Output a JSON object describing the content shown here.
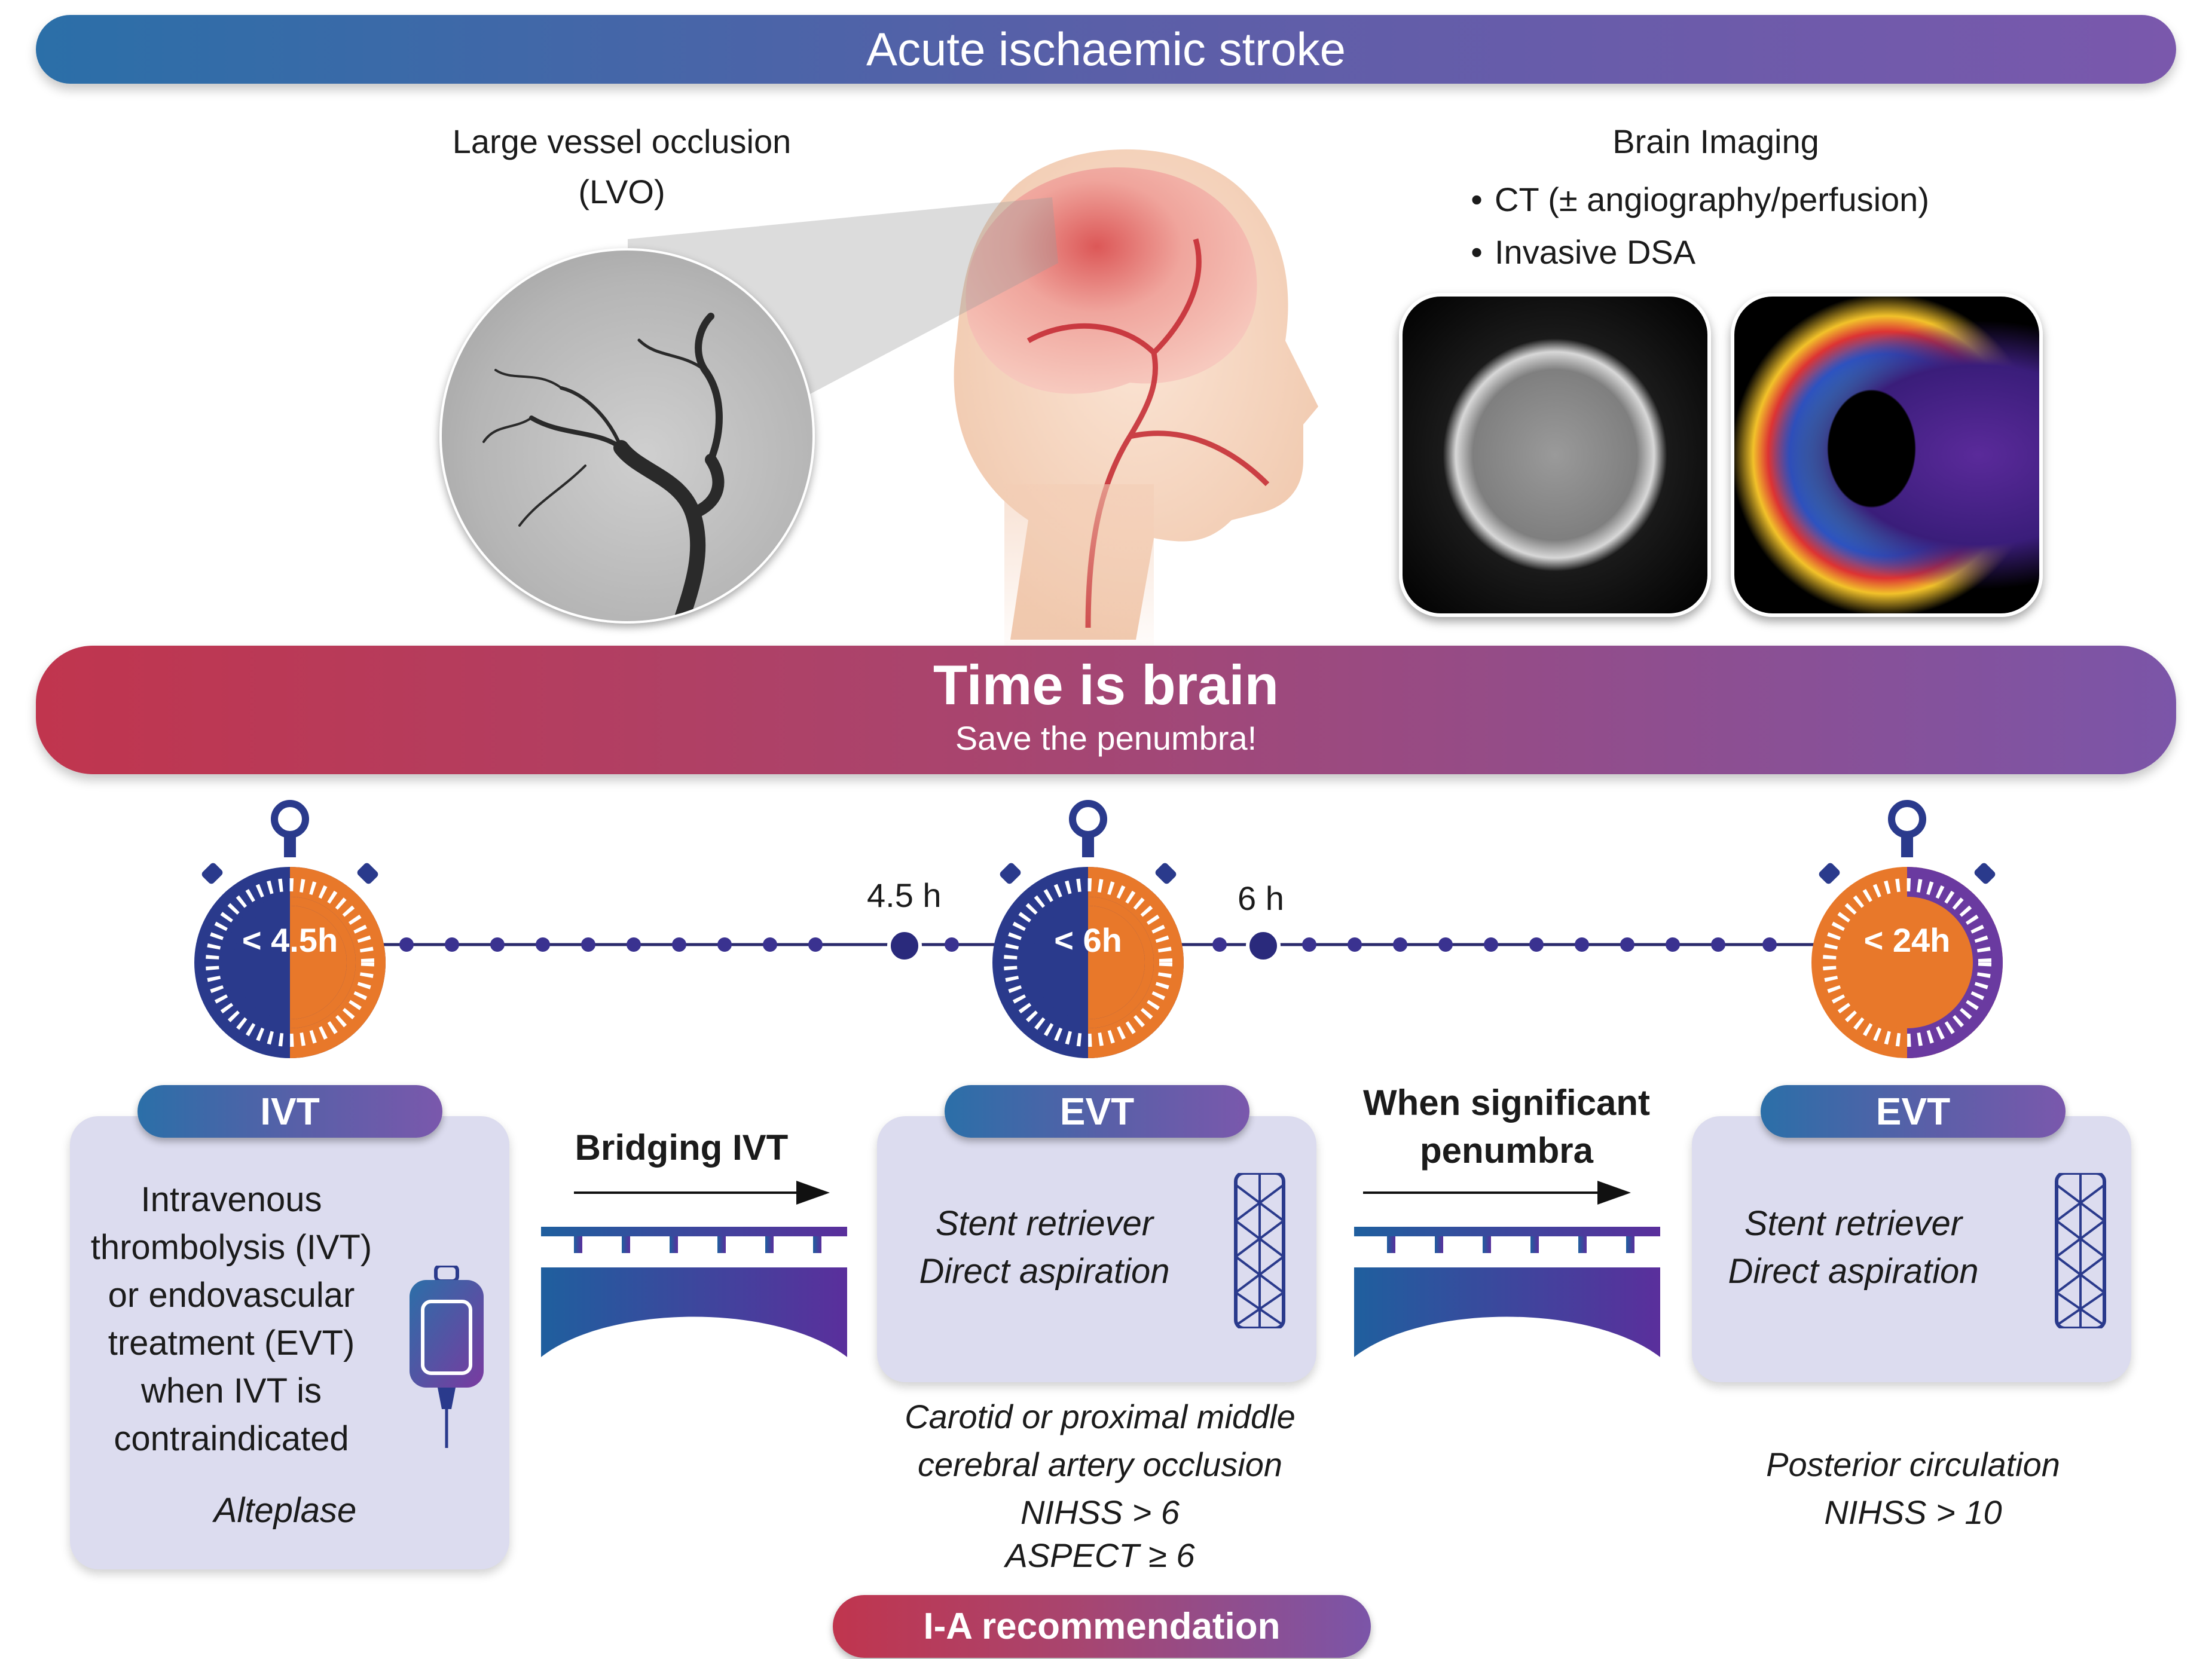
{
  "header": {
    "title": "Acute ischaemic stroke"
  },
  "lvo": {
    "caption_line1": "Large vessel occlusion",
    "caption_line2": "(LVO)"
  },
  "imaging": {
    "title": "Brain Imaging",
    "items": [
      "CT (± angiography/perfusion)",
      "Invasive DSA"
    ]
  },
  "time_banner": {
    "title": "Time is brain",
    "subtitle": "Save the penumbra!"
  },
  "timers": [
    {
      "label": "< 4.5h"
    },
    {
      "label": "< 6h"
    },
    {
      "label": "< 24h"
    }
  ],
  "timeline": {
    "marker_1": "4.5 h",
    "marker_2": "6 h"
  },
  "ivt": {
    "pill": "IVT",
    "lines": [
      "Intravenous",
      "thrombolysis (IVT)",
      "or endovascular",
      "treatment (EVT)",
      "when IVT is",
      "contraindicated"
    ],
    "drug": "Alteplase"
  },
  "bridge_1": {
    "label": "Bridging IVT"
  },
  "bridge_2": {
    "label_line1": "When significant",
    "label_line2": "penumbra"
  },
  "evt_1": {
    "pill": "EVT",
    "line1": "Stent retriever",
    "line2": "Direct aspiration",
    "criteria": [
      "Carotid or proximal middle",
      "cerebral artery occlusion",
      "NIHSS > 6",
      "ASPECT ≥ 6"
    ]
  },
  "evt_2": {
    "pill": "EVT",
    "line1": "Stent retriever",
    "line2": "Direct aspiration",
    "criteria": [
      "Posterior circulation",
      "NIHSS > 10"
    ]
  },
  "recommendation": "I-A recommendation",
  "colors": {
    "blue": "#2b6fa8",
    "purple": "#7a58ac",
    "red": "#c0354e",
    "navy": "#2a3a8c",
    "orange": "#e8782a",
    "card": "#dcdcef"
  }
}
